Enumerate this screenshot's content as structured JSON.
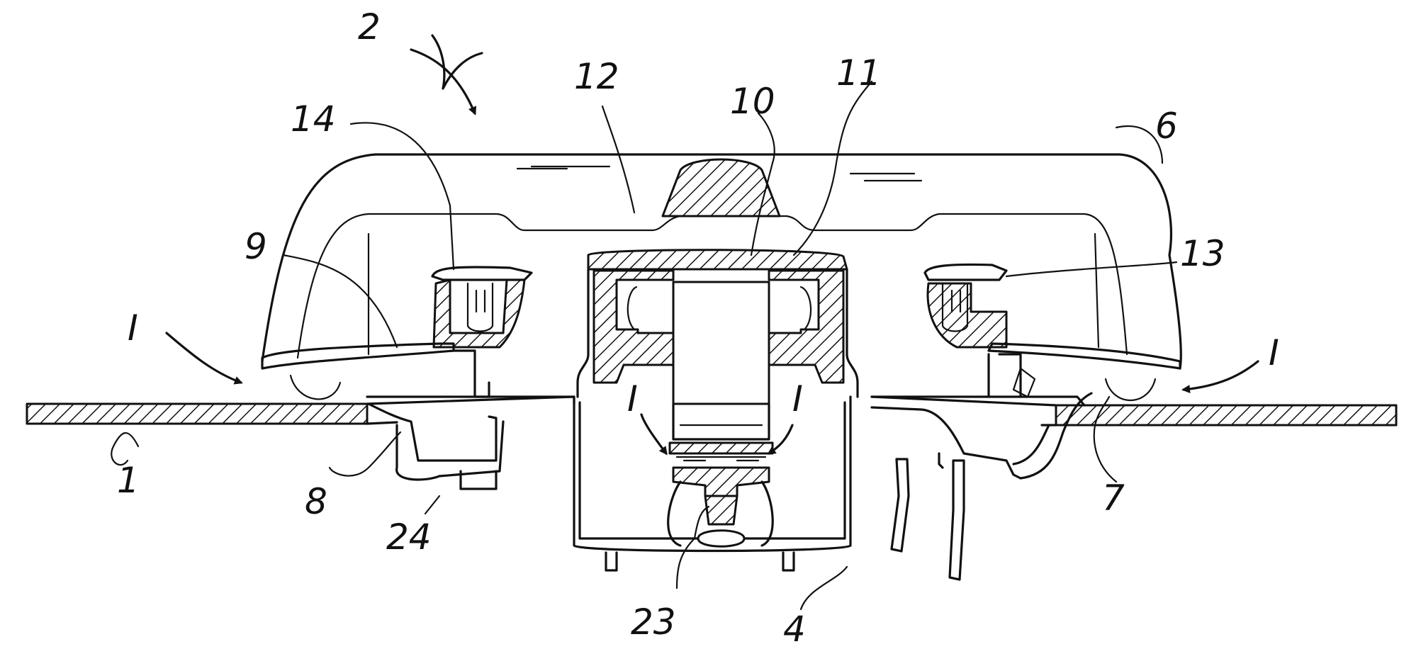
{
  "figure": {
    "ink_color": "#111111",
    "background": "#ffffff",
    "labels": {
      "l1": "1",
      "l2": "2",
      "l4": "4",
      "l6": "6",
      "l7": "7",
      "l8": "8",
      "l9": "9",
      "l10": "10",
      "l11": "11",
      "l12": "12",
      "l13": "13",
      "l14": "14",
      "l23": "23",
      "l24": "24",
      "flow_left": "I",
      "flow_right": "I",
      "flow_inner_left": "I",
      "flow_inner_right": "I"
    }
  }
}
